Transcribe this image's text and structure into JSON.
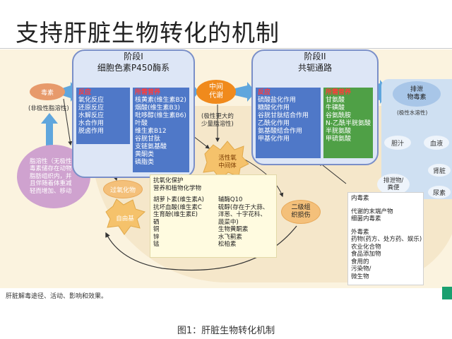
{
  "title": "支持肝脏生物转化的机制",
  "toxin": {
    "label": "毒素",
    "note": "(非极性脂溶性)"
  },
  "fat_storage": {
    "lines": [
      "脂溶性（无极性）",
      "毒素储存在动物",
      "脂肪组织内，并",
      "且伴随着体重减",
      "轻而增加、移动"
    ]
  },
  "phase1": {
    "title_lines": [
      "阶段I",
      "细胞色素P450酶系"
    ],
    "reactions": {
      "heading": "反应",
      "items": [
        "氧化反应",
        "还原反应",
        "水解反应",
        "水合作用",
        "脱卤作用"
      ]
    },
    "nutrients": {
      "heading": "所需营养",
      "items": [
        "核黄素(维生素B2)",
        "烟酸(维生素B3)",
        "吡哆醇(维生素B6)",
        "叶酸",
        "维生素B12",
        "谷胱甘肽",
        "支链氨基酸",
        "黄酮类",
        "磷脂类"
      ]
    }
  },
  "intermediate": {
    "label_lines": [
      "中间",
      "代谢"
    ],
    "note_lines": [
      "(极性更大的",
      "少量脂溶性)"
    ]
  },
  "phase2": {
    "title_lines": [
      "阶段II",
      "共轭通路"
    ],
    "reactions": {
      "heading": "反应",
      "items": [
        "硫酸盐化作用",
        "糖酸化作用",
        "谷胱甘肽结合作用",
        "乙酰化作用",
        "氨基酸结合作用",
        "甲基化作用"
      ]
    },
    "nutrients": {
      "heading": "所需营养",
      "items": [
        "甘氨酸",
        "牛磺酸",
        "谷氨酰胺",
        "N-乙酰半胱氨酸",
        "半胱氨酸",
        "甲硫氨酸"
      ]
    }
  },
  "excretion": {
    "label_lines": [
      "排泄",
      "物毒素"
    ],
    "note": "(极性水溶性)",
    "bile": "胆汁",
    "blood": "血液",
    "kidney": "肾脏",
    "feces": [
      "排泄物/",
      "粪便"
    ],
    "urine": "尿素"
  },
  "reactive_intermediates": {
    "label_lines": [
      "活性氧",
      "中间体"
    ]
  },
  "free_radicals": {
    "label": "过氧化物"
  },
  "free_radical_tag": {
    "label": "自由基"
  },
  "secondary_damage": {
    "label_lines": [
      "二级组",
      "织损伤"
    ]
  },
  "antioxidants": {
    "heading_lines": [
      "抗氧化保护",
      "营养和植物化学物"
    ],
    "left": [
      "胡萝卜素(维生素A)",
      "抗坏血酸(维生素C",
      "生育酚(维生素E)",
      "硒",
      "铜",
      "锌",
      "锰"
    ],
    "right": [
      "辅酶Q10",
      "硫醇(存在于大蒜、",
      "洋葱、十字花科、",
      "蔬菜中)",
      "生物黄酮素",
      "水飞蓟素",
      "松柏素"
    ]
  },
  "toxin_sources": {
    "endogenous_heading": "内毒素",
    "endogenous_items": [
      "代谢的末端产物",
      "细菌内毒素"
    ],
    "exogenous_heading": "外毒素",
    "exogenous_items": [
      "药物(药方、处方药、娱乐)",
      "农业化合物",
      "食品添加物",
      "食用的",
      "污染物/",
      "微生物"
    ]
  },
  "footnote": "肝脏解毒途径、活动、影响和效果。",
  "figure_caption": "图1：肝脏生物转化机制",
  "colors": {
    "accent_orange": "#f08a1c",
    "phase_blue": "#4f78c8",
    "nutrient_green": "#4fa046",
    "arrow_blue": "#5fa6dd"
  }
}
